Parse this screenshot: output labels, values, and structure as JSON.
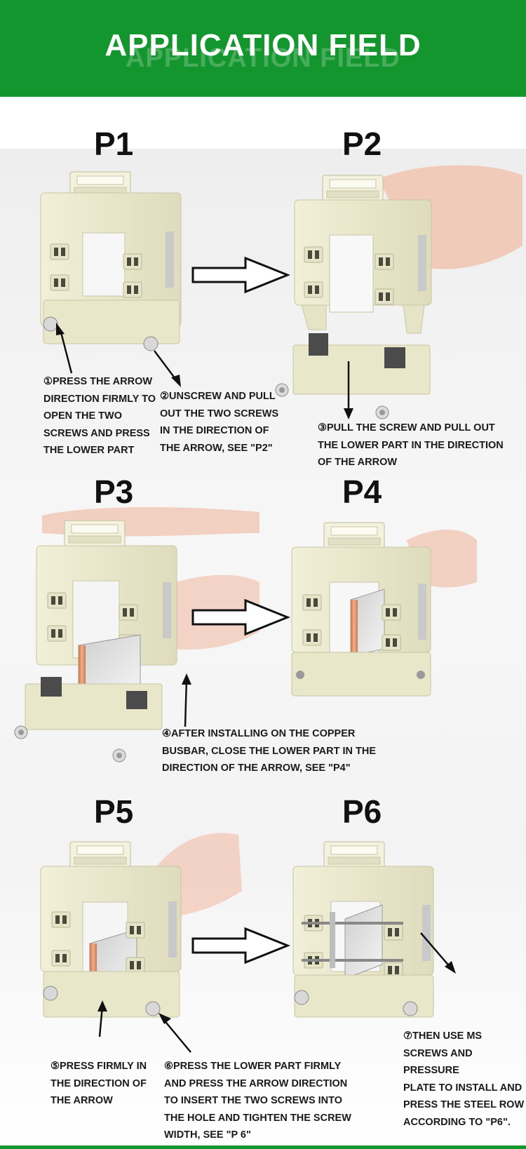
{
  "header": {
    "title": "APPLICATION FIELD",
    "title_shadow": "APPLICATION FIELD",
    "background_color": "#14962f"
  },
  "panels": [
    {
      "label": "P1"
    },
    {
      "label": "P2"
    },
    {
      "label": "P3"
    },
    {
      "label": "P4"
    },
    {
      "label": "P5"
    },
    {
      "label": "P6"
    }
  ],
  "steps": [
    {
      "text": "①PRESS THE ARROW\nDIRECTION FIRMLY TO\nOPEN THE TWO\nSCREWS AND PRESS\nTHE LOWER PART"
    },
    {
      "text": "②UNSCREW AND PULL\nOUT THE TWO SCREWS\nIN THE DIRECTION OF\nTHE ARROW, SEE \"P2\""
    },
    {
      "text": "③PULL THE SCREW AND PULL OUT\nTHE LOWER PART IN THE DIRECTION\nOF THE ARROW"
    },
    {
      "text": "④AFTER INSTALLING ON THE COPPER\nBUSBAR, CLOSE THE LOWER PART IN THE\nDIRECTION OF THE ARROW, SEE \"P4\""
    },
    {
      "text": "⑤PRESS FIRMLY IN\nTHE DIRECTION OF\nTHE ARROW"
    },
    {
      "text": "⑥PRESS THE LOWER PART FIRMLY\nAND PRESS THE ARROW DIRECTION\nTO INSERT THE TWO SCREWS INTO\nTHE HOLE AND TIGHTEN THE SCREW\nWIDTH, SEE \"P 6\""
    },
    {
      "text": "⑦THEN USE MS\nSCREWS AND PRESSURE\nPLATE TO INSTALL AND\nPRESS THE STEEL ROW\nACCORDING TO \"P6\"."
    }
  ],
  "colors": {
    "device_body": "#ecebd0",
    "device_shadow": "#d6d4b4",
    "copper": "#d9936a",
    "accent_green": "#14962f"
  }
}
